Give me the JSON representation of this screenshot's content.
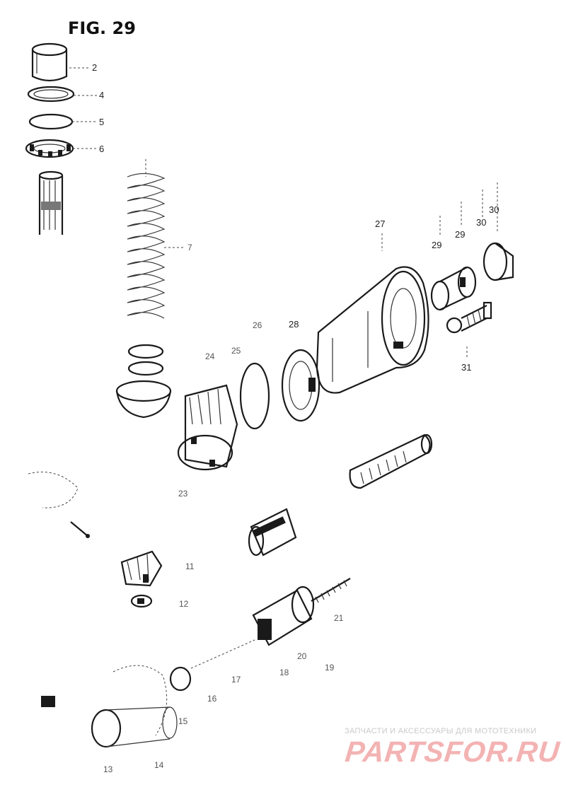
{
  "figure": {
    "title": "FIG. 29"
  },
  "callouts": {
    "c2": "2",
    "c4": "4",
    "c5": "5",
    "c6": "6",
    "c7": "7",
    "c27": "27",
    "c29a": "29",
    "c29b": "29",
    "c30a": "30",
    "c30b": "30",
    "c26": "26",
    "c28": "28",
    "c25": "25",
    "c24": "24",
    "c31": "31",
    "c23": "23",
    "c11": "11",
    "c12": "12",
    "c21": "21",
    "c20": "20",
    "c19": "19",
    "c18": "18",
    "c17": "17",
    "c16": "16",
    "c15": "15",
    "c13": "13",
    "c14": "14"
  },
  "watermark": {
    "tagline": "ЗАПЧАСТИ И АКСЕССУАРЫ ДЛЯ МОТОТЕХНИКИ",
    "logo": "PARTSFOR.RU"
  }
}
